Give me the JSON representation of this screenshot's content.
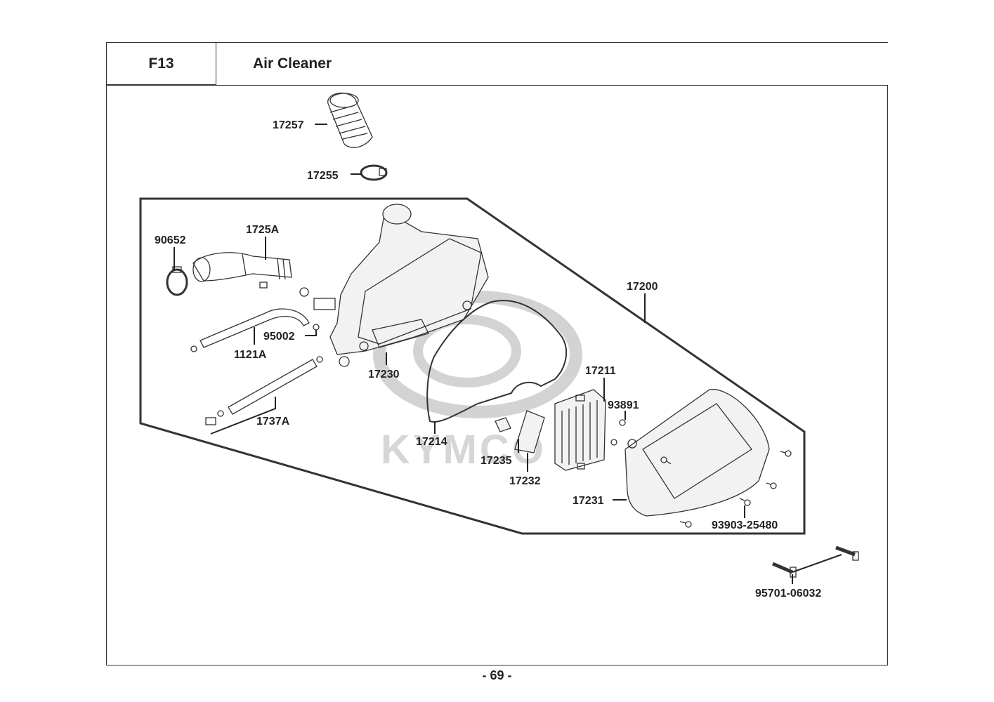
{
  "header": {
    "code": "F13",
    "title": "Air Cleaner"
  },
  "watermark": {
    "brand": "KYMCO"
  },
  "parts": {
    "p17257": "17257",
    "p17255": "17255",
    "p90652": "90652",
    "p1725A": "1725A",
    "p17200": "17200",
    "p95002": "95002",
    "p1121A": "1121A",
    "p17230": "17230",
    "p1737A": "1737A",
    "p17214": "17214",
    "p17211": "17211",
    "p93891": "93891",
    "p17235": "17235",
    "p17232": "17232",
    "p17231": "17231",
    "p93903": "93903-25480",
    "p95701": "95701-06032"
  },
  "footer": {
    "page": "- 69 -"
  },
  "colors": {
    "watermark": "#d3d3d3",
    "line": "#222222"
  }
}
